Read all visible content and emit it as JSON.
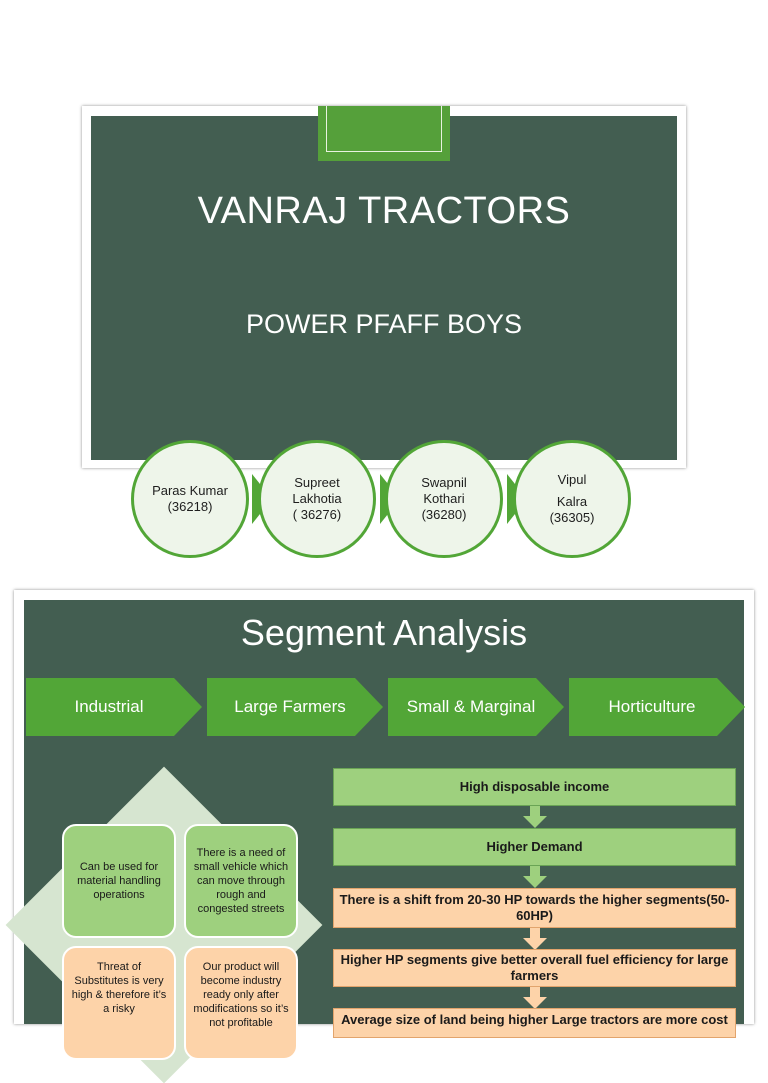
{
  "top_mark": "..................................",
  "slide1": {
    "title": "VANRAJ TRACTORS",
    "subtitle": "POWER PFAFF BOYS",
    "members": [
      {
        "line1": "Paras Kumar",
        "line2": "(36218)",
        "line3": ""
      },
      {
        "line1": "Supreet",
        "line2": "Lakhotia",
        "line3": "( 36276)"
      },
      {
        "line1": "Swapnil",
        "line2": "Kothari",
        "line3": "(36280)"
      },
      {
        "line1": "Vipul",
        "line2": "Kalra",
        "line3": "(36305)"
      }
    ]
  },
  "slide2": {
    "title": "Segment Analysis",
    "segments": [
      "Industrial",
      "Large Farmers",
      "Small & Marginal",
      "Horticulture"
    ],
    "quadrants": [
      "Can be used for material handling operations",
      "There is a need of small vehicle which can move through rough and congested streets",
      "Threat of Substitutes is very high & therefore it’s a risky",
      "Our product will become industry ready only after modifications so it’s not profitable"
    ],
    "flow": [
      "High disposable income",
      "Higher Demand",
      "There is a shift from 20-30 HP towards the higher segments(50-60HP)",
      "Higher HP  segments give better overall fuel efficiency for large farmers",
      "Average size of land being higher Large tractors are more cost"
    ]
  },
  "colors": {
    "panel_green": "#435e51",
    "accent_green": "#52a637",
    "light_green": "#9ed07e",
    "light_orange": "#fdd3a9"
  }
}
